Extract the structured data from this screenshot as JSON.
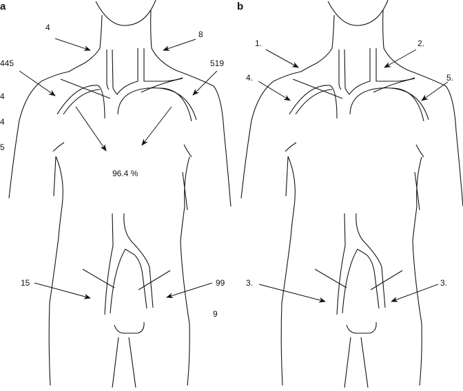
{
  "panels": [
    {
      "letter": "a",
      "labels": {
        "left_neck": "4",
        "right_neck": "8",
        "left_subclavian": "445",
        "right_subclavian": "519",
        "side_1": "4",
        "side_2": "4",
        "side_3": "5",
        "chest": "96.4 %",
        "left_femoral": "15",
        "right_femoral": "99",
        "right_extra": "9"
      }
    },
    {
      "letter": "b",
      "labels": {
        "left_neck": "1.",
        "right_neck": "2.",
        "left_subclavian": "4.",
        "right_subclavian": "5.",
        "left_femoral": "3.",
        "right_femoral": "3."
      }
    }
  ]
}
